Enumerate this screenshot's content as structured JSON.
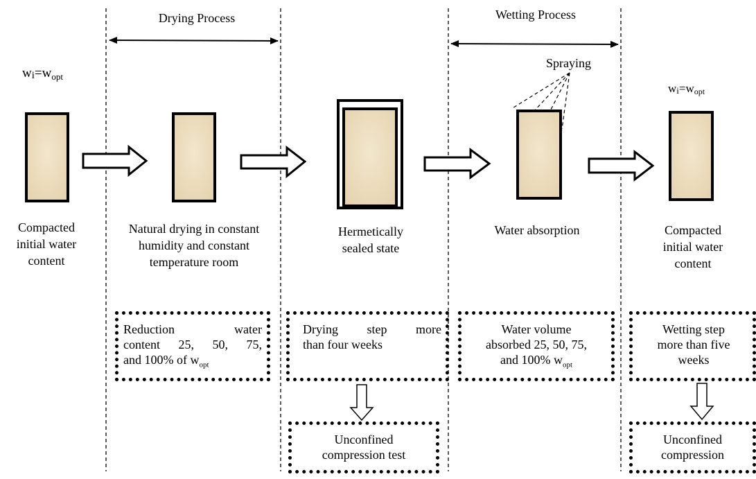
{
  "processes": {
    "drying_label": "Drying Process",
    "wetting_label": "Wetting Process"
  },
  "water_initial_left": {
    "w": "w",
    "i": "i",
    "eq": "=w",
    "opt": "opt"
  },
  "water_initial_right": {
    "w": "w",
    "i": "i",
    "eq": "=w",
    "opt": "opt"
  },
  "spraying_label": "Spraying",
  "stages": [
    {
      "lines": [
        "Compacted",
        "initial water",
        "content"
      ]
    },
    {
      "lines": [
        "Natural drying in constant",
        "humidity and constant",
        "temperature room"
      ]
    },
    {
      "lines": [
        "Hermetically",
        "sealed state"
      ]
    },
    {
      "lines": [
        "Water absorption"
      ]
    },
    {
      "lines": [
        "Compacted",
        "initial water",
        "content"
      ]
    }
  ],
  "info_boxes": {
    "reduction": {
      "line1": "Reduction water",
      "line2": "content 25, 50, 75,",
      "line3a": "and 100% of w",
      "line3sub": "opt"
    },
    "drying_step": {
      "line1": "Drying step more",
      "line2": "than four weeks"
    },
    "water_volume": {
      "line1": "Water volume",
      "line2": "absorbed 25, 50, 75,",
      "line3a": "and 100% w",
      "line3sub": "opt"
    },
    "wetting_step": {
      "line1": "Wetting step",
      "line2": "more than five",
      "line3": "weeks"
    }
  },
  "tests": {
    "left": {
      "line1": "Unconfined",
      "line2": "compression test"
    },
    "right": {
      "line1": "Unconfined",
      "line2": "compression"
    }
  },
  "colors": {
    "sample_fill": "#eee0c4",
    "line": "#000000"
  }
}
